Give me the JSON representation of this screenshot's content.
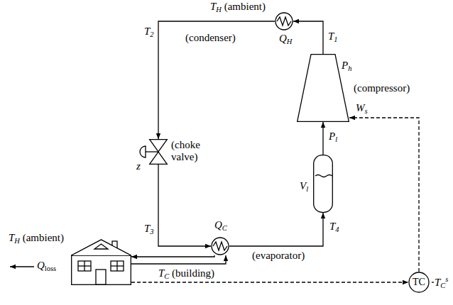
{
  "diagram": {
    "nodes": [
      {
        "text": [
          "(condenser)"
        ]
      },
      {
        "text": [
          "(compressor)"
        ]
      },
      {
        "text": [
          "(choke valve)"
        ]
      },
      {
        "text": [
          "(evaporator)"
        ]
      },
      {
        "text": [
          "Vl"
        ]
      },
      {
        "text": [
          "Qloss"
        ]
      },
      {
        "text": [
          "TC"
        ]
      }
    ],
    "edges": [
      {
        "from": 1,
        "to": 0,
        "arrow": "to",
        "label": "T1"
      },
      {
        "from": 0,
        "to": 2,
        "arrow": "to",
        "label": "T2"
      },
      {
        "from": 2,
        "to": 3,
        "arrow": "to",
        "label": "T3"
      },
      {
        "from": 3,
        "to": 4,
        "arrow": "to",
        "label": "T4"
      },
      {
        "from": 4,
        "to": 1,
        "arrow": "to",
        "label": "Pl"
      },
      {
        "from": 5,
        "to": 3,
        "arrow": "to"
      },
      {
        "from": 3,
        "to": 5,
        "arrow": "to"
      },
      {
        "from": 5,
        "to": 6,
        "arrow": "to",
        "label": "TC (building)"
      },
      {
        "from": 6,
        "to": 1,
        "arrow": "to",
        "label": "Ws"
      }
    ],
    "labels": [
      "TH (ambient)",
      "QH",
      "Ph",
      "TH (ambient)",
      "z",
      "QC",
      "TCs"
    ]
  }
}
